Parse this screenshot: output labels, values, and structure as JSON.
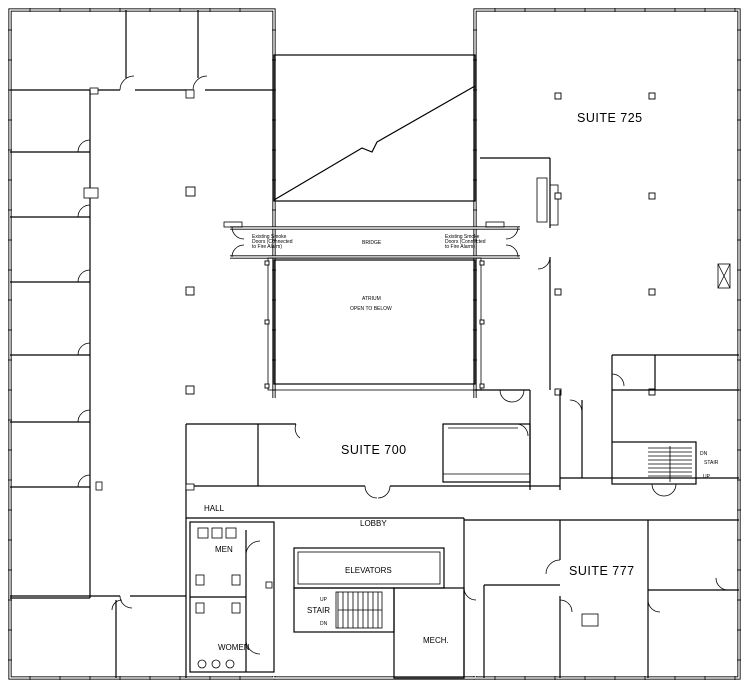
{
  "labels": {
    "suite_725": "SUITE 725",
    "suite_700": "SUITE 700",
    "suite_777": "SUITE 777",
    "bridge": "BRIDGE",
    "atrium": "ATRIUM",
    "open_to_below": "OPEN TO BELOW",
    "smoke_doors_left_1": "Existing Smoke",
    "smoke_doors_left_2": "Doors (Connected",
    "smoke_doors_left_3": "to Fire Alarm)",
    "smoke_doors_right_1": "Existing Smoke",
    "smoke_doors_right_2": "Doors (Connected",
    "smoke_doors_right_3": "to Fire Alarm)",
    "hall": "HALL",
    "lobby": "LOBBY",
    "men": "MEN",
    "women": "WOMEN",
    "elevators": "ELEVATORS",
    "stair_west": "STAIR",
    "stair_west_up": "UP",
    "stair_west_dn": "DN",
    "mech": "MECH.",
    "stair_east": "STAIR",
    "stair_east_dn": "DN",
    "stair_east_up": "UP"
  }
}
